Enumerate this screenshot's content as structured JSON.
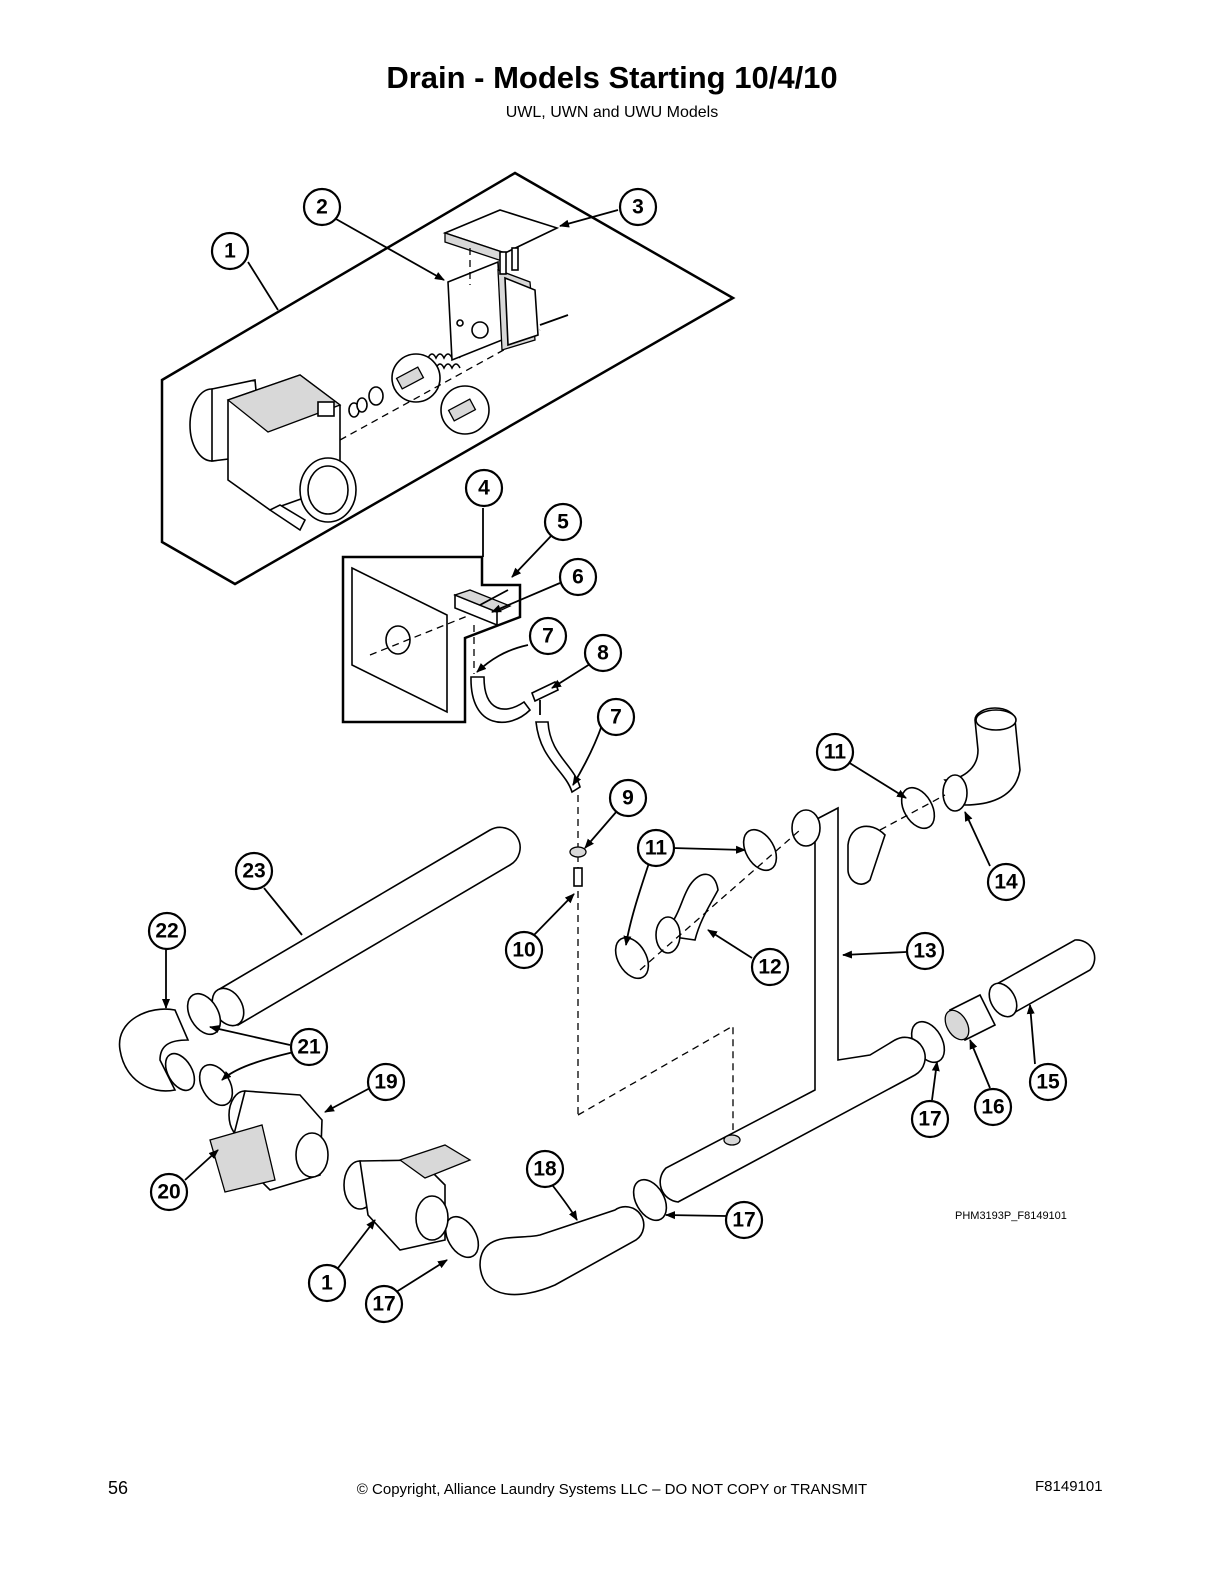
{
  "header": {
    "title": "Drain - Models Starting 10/4/10",
    "subtitle": "UWL, UWN and UWU Models"
  },
  "diagram": {
    "drawing_code": "PHM3193P_F8149101",
    "callouts": [
      "1",
      "2",
      "3",
      "4",
      "5",
      "6",
      "7",
      "8",
      "7",
      "9",
      "11",
      "23",
      "10",
      "11",
      "12",
      "14",
      "13",
      "22",
      "21",
      "19",
      "15",
      "16",
      "17",
      "20",
      "18",
      "17",
      "1",
      "17"
    ]
  },
  "footer": {
    "page_number": "56",
    "copyright": "© Copyright, Alliance Laundry Systems LLC – DO NOT COPY or TRANSMIT",
    "doc_code": "F8149101"
  }
}
